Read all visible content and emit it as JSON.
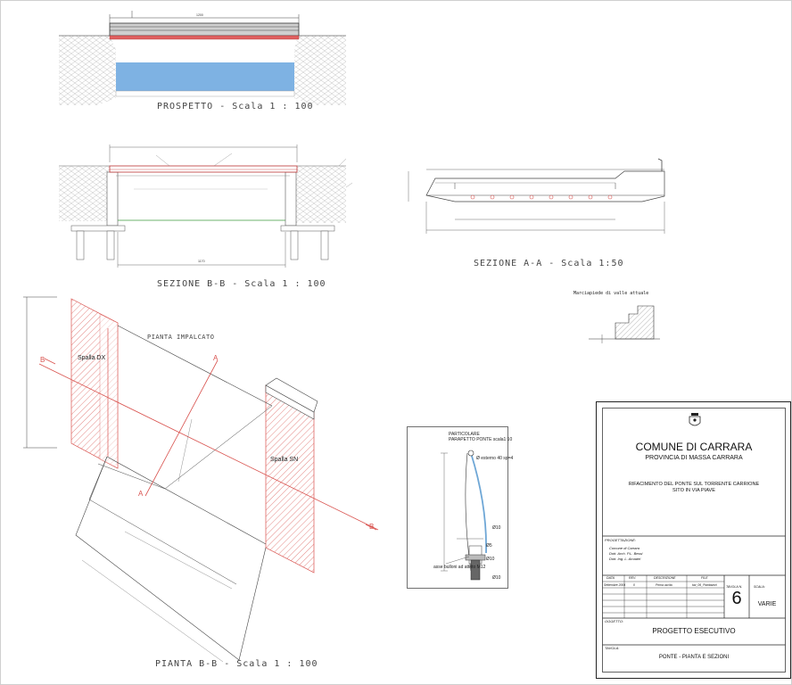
{
  "drawing": {
    "prospetto_title": "PROSPETTO - Scala 1 : 100",
    "prospetto_span": "1200",
    "sezione_bb_title": "SEZIONE B-B - Scala 1 : 100",
    "sezione_bb_span": "1170",
    "sezione_aa_title": "SEZIONE A-A - Scala 1:50",
    "pianta_label": "PIANTA IMPALCATO",
    "pianta_title": "PIANTA B-B - Scala 1 : 100",
    "spalla_dx": "Spalla DX",
    "spalla_sn": "Spalla SN",
    "section_marker_b": "B",
    "section_marker_a": "A",
    "marciapiede_label": "Marciapiede di valle attuale",
    "particolare_title": "PARTICOLARE",
    "particolare_subtitle": "PARAPETTO PONTE scala1:10",
    "parapetto_note_1": "Ø esterno 40 sp=4",
    "parapetto_note_2": "asse bulloni ad attrito M12",
    "parapetto_dim_1": "Ø10",
    "parapetto_dim_2": "Ø5",
    "parapetto_dim_3": "Ø10",
    "parapetto_dim_4": "Ø10"
  },
  "title_block": {
    "comune": "COMUNE DI CARRARA",
    "provincia": "PROVINCIA DI MASSA CARRARA",
    "progetto_line1": "RIFACIMENTO DEL PONTE SUL TORRENTE CARRIONE",
    "progetto_line2": "SITO IN VIA PIAVE",
    "progettazione_label": "PROGETTAZIONE:",
    "progettazione_1": "Comune di Carrara",
    "progettazione_2": "Dott. Arch. P.L. Bessi",
    "progettazione_3": "Dott. Ing. L. Amadei",
    "col_data": "DATA",
    "col_rev": "REV.",
    "col_descrizione": "DESCRIZIONE",
    "col_file": "FILE",
    "col_tavola": "TAVOLA N.",
    "col_scala": "SCALA:",
    "row_data": "Settembre 2004",
    "row_rev": "0",
    "row_descrizione": "Prima uscita",
    "row_file": "tav_06_Piantasezi",
    "tavola_number": "6",
    "scala_value": "VARIE",
    "oggetto_label": "OGGETTO:",
    "oggetto_value": "PROGETTO ESECUTIVO",
    "tavola_label": "TAVOLA:",
    "tavola_value": "PONTE - PIANTA E SEZIONI"
  }
}
